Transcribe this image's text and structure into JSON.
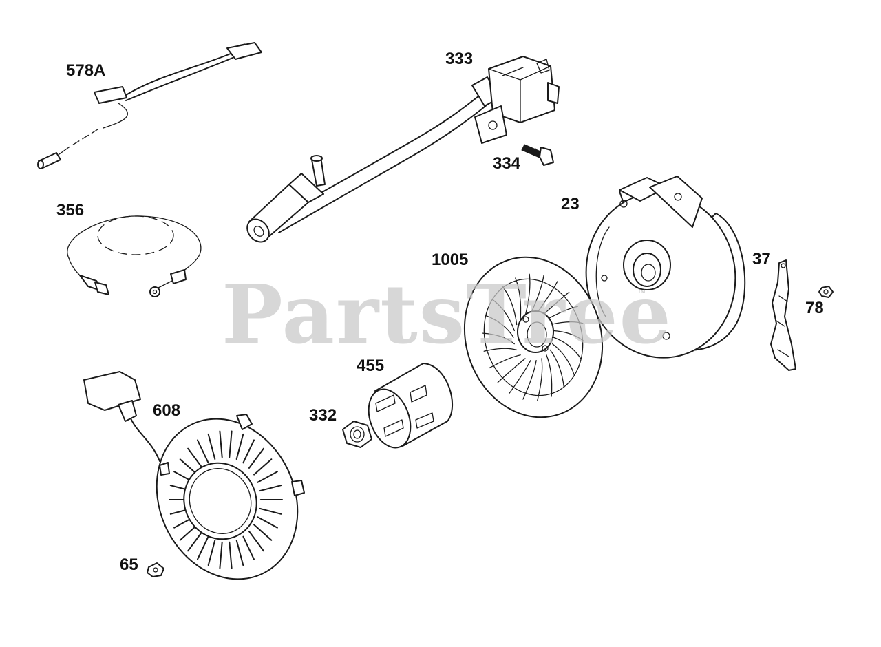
{
  "watermark": "PartsTree",
  "watermark_mark": "™",
  "callouts": [
    {
      "id": "578A",
      "label": "578A"
    },
    {
      "id": "333",
      "label": "333"
    },
    {
      "id": "334",
      "label": "334"
    },
    {
      "id": "356",
      "label": "356"
    },
    {
      "id": "23",
      "label": "23"
    },
    {
      "id": "1005",
      "label": "1005"
    },
    {
      "id": "37",
      "label": "37"
    },
    {
      "id": "78",
      "label": "78"
    },
    {
      "id": "455",
      "label": "455"
    },
    {
      "id": "608",
      "label": "608"
    },
    {
      "id": "332",
      "label": "332"
    },
    {
      "id": "65",
      "label": "65"
    }
  ]
}
